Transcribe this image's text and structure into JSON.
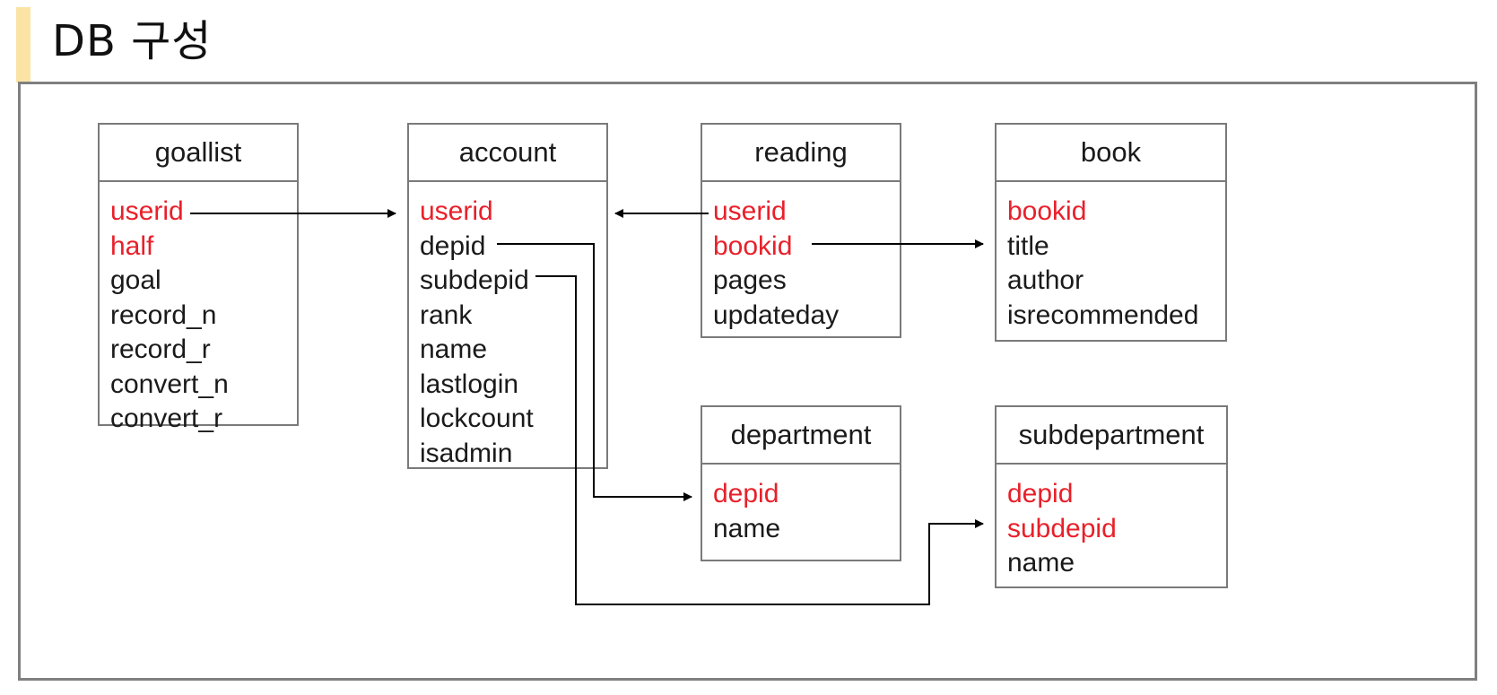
{
  "page": {
    "title": "DB 구성"
  },
  "colors": {
    "key_field": "#e8202a",
    "normal_field": "#1a1a1a",
    "border": "#7a7a7a",
    "accent": "#fbe3a6"
  },
  "tables": {
    "goallist": {
      "name": "goallist",
      "fields": [
        {
          "name": "userid",
          "key": true
        },
        {
          "name": "half",
          "key": true
        },
        {
          "name": "goal",
          "key": false
        },
        {
          "name": "record_n",
          "key": false
        },
        {
          "name": "record_r",
          "key": false
        },
        {
          "name": "convert_n",
          "key": false
        },
        {
          "name": "convert_r",
          "key": false
        }
      ]
    },
    "account": {
      "name": "account",
      "fields": [
        {
          "name": "userid",
          "key": true
        },
        {
          "name": "depid",
          "key": false
        },
        {
          "name": "subdepid",
          "key": false
        },
        {
          "name": "rank",
          "key": false
        },
        {
          "name": "name",
          "key": false
        },
        {
          "name": "lastlogin",
          "key": false
        },
        {
          "name": "lockcount",
          "key": false
        },
        {
          "name": "isadmin",
          "key": false
        }
      ]
    },
    "reading": {
      "name": "reading",
      "fields": [
        {
          "name": "userid",
          "key": true
        },
        {
          "name": "bookid",
          "key": true
        },
        {
          "name": "pages",
          "key": false
        },
        {
          "name": "updateday",
          "key": false
        }
      ]
    },
    "book": {
      "name": "book",
      "fields": [
        {
          "name": "bookid",
          "key": true
        },
        {
          "name": "title",
          "key": false
        },
        {
          "name": "author",
          "key": false
        },
        {
          "name": "isrecommended",
          "key": false
        }
      ]
    },
    "department": {
      "name": "department",
      "fields": [
        {
          "name": "depid",
          "key": true
        },
        {
          "name": "name",
          "key": false
        }
      ]
    },
    "subdepartment": {
      "name": "subdepartment",
      "fields": [
        {
          "name": "depid",
          "key": true
        },
        {
          "name": "subdepid",
          "key": true
        },
        {
          "name": "name",
          "key": false
        }
      ]
    }
  }
}
